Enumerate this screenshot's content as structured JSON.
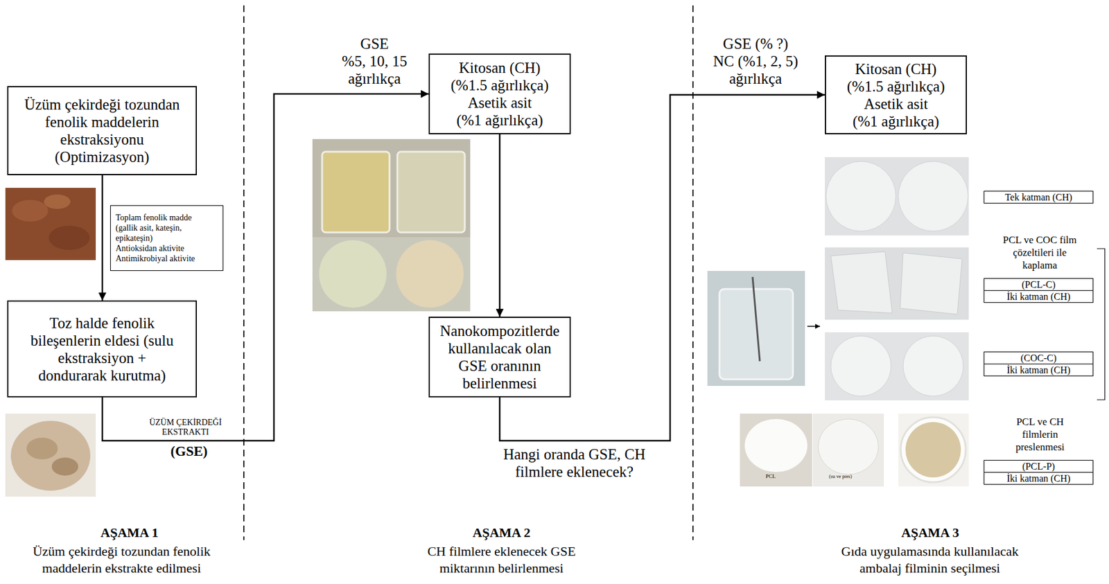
{
  "diagram": {
    "nodes": [
      {
        "text": [
          "Üzüm çekirdeği tozundan fenolik maddelerin ekstraksiyonu (Optimizasyon)"
        ]
      },
      {
        "text": [
          "Toplam fenolik madde (gallik asit, kateşin, epikateşin)",
          "Antioksidan aktivite",
          "Antimikrobiyal aktivite"
        ]
      },
      {
        "text": [
          "Toz halde fenolik bileşenlerin eldesi (sulu ekstraksiyon + dondurarak kurutma)"
        ]
      },
      {
        "text": [
          "Kitosan (CH)",
          "(%1.5 ağırlıkça)",
          "Asetik asit",
          "(%1 ağırlıkça)"
        ]
      },
      {
        "text": [
          "Nanokompozitlerde kullanılacak olan GSE oranının belirlenmesi"
        ]
      },
      {
        "text": [
          "Kitosan (CH)",
          "(%1.5 ağırlıkça)",
          "Asetik asit",
          "(%1 ağırlıkça)"
        ]
      },
      {
        "text": [
          "Tek katman (CH)"
        ]
      },
      {
        "text": [
          "(PCL-C)"
        ]
      },
      {
        "text": [
          "İki katman (CH)"
        ]
      },
      {
        "text": [
          "(COC-C)"
        ]
      },
      {
        "text": [
          "İki katman (CH)"
        ]
      },
      {
        "text": [
          "(PCL-P)"
        ]
      },
      {
        "text": [
          "İki katman (CH)"
        ]
      }
    ],
    "edges": [
      {
        "from": 0,
        "to": 2,
        "arrow": "to"
      },
      {
        "from": 2,
        "to": 3,
        "arrow": "to"
      },
      {
        "from": 3,
        "to": 4,
        "arrow": "to"
      },
      {
        "from": 4,
        "to": 5,
        "arrow": "to"
      }
    ],
    "labels": [
      "ÜZÜM ÇEKİRDEĞİ EKSTRAKTI",
      "(GSE)",
      "GSE",
      "%5, 10, 15",
      "ağırlıkça",
      "Hangi oranda GSE, CH filmlere eklenecek?",
      "GSE (% ?)",
      "NC (%1, 2, 5)",
      "ağırlıkça",
      "PCL ve COC film çözeltileri ile kaplama",
      "PCL",
      "(ısı ve pres)",
      "PCL ve CH filmlerin preslenmesi",
      "AŞAMA 1",
      "Üzüm çekirdeği tozundan fenolik maddelerin ekstrakte edilmesi",
      "AŞAMA 2",
      "CH filmlere eklenecek GSE miktarının belirlenmesi",
      "AŞAMA 3",
      "Gıda uygulamasında kullanılacak ambalaj filminin seçilmesi"
    ]
  }
}
